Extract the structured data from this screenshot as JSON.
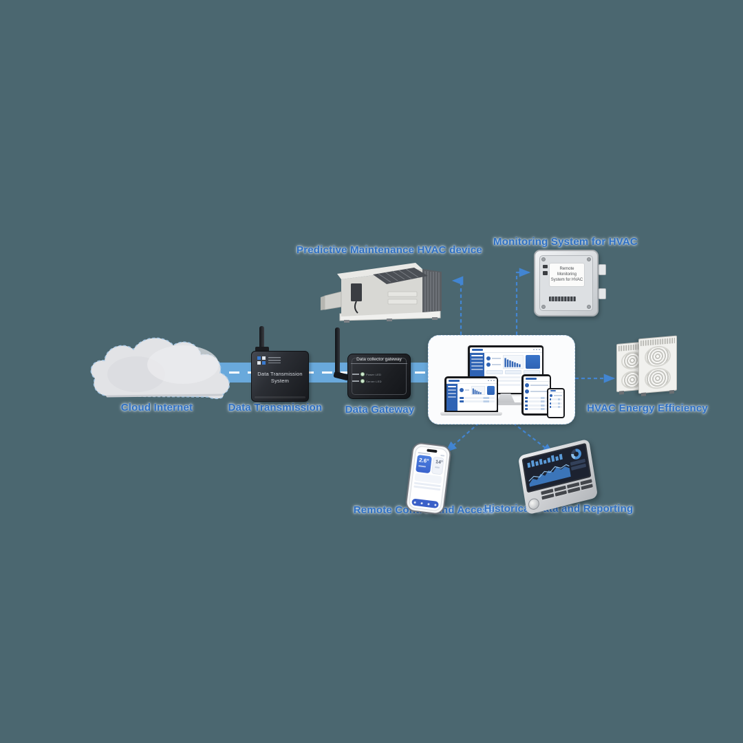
{
  "canvas": {
    "background": "#4b6770",
    "label_color": "#2e6fc2",
    "connector_color": "#4285d2",
    "road_color": "#69a9dc",
    "road_dash_color": "#ffffff",
    "dashboard_accent": "#2f63b4"
  },
  "labels": {
    "cloud": "Cloud Internet",
    "data_transmission": "Data Transmission",
    "data_gateway": "Data Gateway",
    "predictive_maintenance": "Predictive Maintenance HVAC device",
    "monitoring_system": "Monitoring System for HVAC",
    "energy_efficiency": "HVAC Energy Efficiency",
    "remote_control": "Remote Control and Access",
    "historical_data": "Historical Data and Reporting"
  },
  "devices": {
    "transmission_box": {
      "text": "Data Transmission System"
    },
    "gateway_box": {
      "title": "Data collector gateway",
      "led1": "Power LED",
      "led2": "Server LED"
    },
    "monitoring_module": {
      "line1": "Remote Monitoring",
      "line2": "System for HVAC"
    },
    "phone_app": {
      "temp_main": "2.6°",
      "temp_secondary": "14°"
    }
  }
}
